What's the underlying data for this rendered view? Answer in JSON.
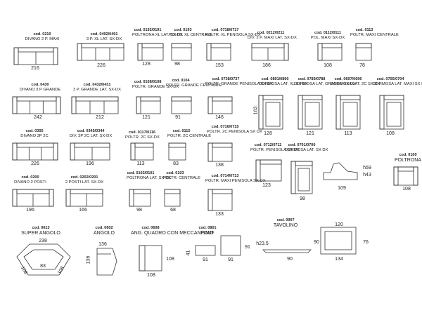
{
  "items": [
    {
      "key": "i0210",
      "code": "cod. 0210",
      "name": "DIVANO 2 P. MAXI",
      "dims": [
        "216"
      ]
    },
    {
      "key": "i0492",
      "code": "cod. 0492/0491",
      "name": "3 P. XL LAT. SX-DX",
      "dims": [
        "226"
      ]
    },
    {
      "key": "i0192",
      "code": "cod. 0192/0191",
      "name": "POLTRONA XL LAT. SX-DX",
      "dims": [
        "128"
      ]
    },
    {
      "key": "i0193",
      "code": "cod. 0193",
      "name": "POLTR. XL CENTRALE",
      "dims": [
        "98"
      ]
    },
    {
      "key": "i0718",
      "code": "cod. 0718/0717",
      "name": "POLTR. XL PENISOLA SX-DX",
      "dims": [
        "153"
      ]
    },
    {
      "key": "i0212",
      "code": "cod. 0212/0211",
      "name": "DIV. 2 P. MAXI LAT. SX-DX",
      "dims": [
        "186"
      ]
    },
    {
      "key": "i0112",
      "code": "cod. 0112/0111",
      "name": "POL. MAXI SX-DX",
      "dims": [
        "108"
      ]
    },
    {
      "key": "i0113",
      "code": "cod. 0113",
      "name": "POLTR. MAXI CENTRALE",
      "dims": [
        "78"
      ]
    },
    {
      "key": "i0430",
      "code": "cod. 0430",
      "name": "DIVANO 3 P GRANDE",
      "dims": [
        "242"
      ]
    },
    {
      "key": "i0432",
      "code": "cod. 0432/0431",
      "name": "3 P. GRANDE LAT. SX-DX",
      "dims": [
        "212"
      ]
    },
    {
      "key": "i0108",
      "code": "cod. 0108/0108",
      "name": "POLTR. GRANDE SX-DX",
      "dims": [
        "121"
      ]
    },
    {
      "key": "i0104",
      "code": "cod. 0104",
      "name": "POLTR. GRANDE CENTRALE",
      "dims": [
        "91"
      ]
    },
    {
      "key": "i0738",
      "code": "cod. 0738/0737",
      "name": "POLTR. GRANDE PENISOLA SX DX",
      "dims": [
        "146"
      ]
    },
    {
      "key": "i0891",
      "code": "cod. 0891/0890",
      "name": "DORMOSA LAT. XL SX DX",
      "dims": [
        "128",
        "163"
      ]
    },
    {
      "key": "i0789",
      "code": "cod. 0789/0788",
      "name": "DORMOSA LAT. GRANDE SX DX",
      "dims": [
        "121"
      ]
    },
    {
      "key": "i0697",
      "code": "cod. 0697/0696",
      "name": "DORMOSA LAT. 2C SX DX",
      "dims": [
        "113"
      ]
    },
    {
      "key": "i0705",
      "code": "cod. 0705/0704",
      "name": "DORMOSA LAT. MAXI SX DX",
      "dims": [
        "108"
      ]
    },
    {
      "key": "i0305",
      "code": "cod. 0305",
      "name": "DIVANO 3P 2C",
      "dims": [
        "226"
      ]
    },
    {
      "key": "i0345",
      "code": "cod. 0345/0344",
      "name": "DIV. 3P 2C LAT. SX-DX",
      "dims": [
        "196"
      ]
    },
    {
      "key": "i0117",
      "code": "cod. 0117/0116",
      "name": "POLTR. 2C SX-DX",
      "dims": [
        "113"
      ]
    },
    {
      "key": "i0115",
      "code": "cod. 0115",
      "name": "POLTR. 2C CENTRALE",
      "dims": [
        "83"
      ]
    },
    {
      "key": "i0716",
      "code": "cod. 0716/0715",
      "name": "POLTR. 2C PENISOLA SX DX",
      "dims": [
        "138"
      ]
    },
    {
      "key": "i0712",
      "code": "cod. 0712/0711",
      "name": "POLTR. PENISOLA SX DX",
      "dims": [
        "123"
      ]
    },
    {
      "key": "i0701",
      "code": "cod. 0701/0700",
      "name": "DORMOSA LAT. SX DX",
      "dims": [
        "98"
      ]
    },
    {
      "key": "i0100",
      "code": "cod. 0100",
      "name": "POLTRONA",
      "dims": [
        "108"
      ]
    },
    {
      "key": "i0200",
      "code": "cod. 0200",
      "name": "DIVANO 2 POSTI",
      "dims": [
        "196"
      ]
    },
    {
      "key": "i0202",
      "code": "cod. 0202/0201",
      "name": "2 POSTI LAT. SX-DX",
      "dims": [
        "166"
      ]
    },
    {
      "key": "i0102",
      "code": "cod. 0102/0101",
      "name": "POLTRONA LAT. SX-DX",
      "dims": [
        "98"
      ]
    },
    {
      "key": "i0103",
      "code": "cod. 0103",
      "name": "POLTR. CENTRALE",
      "dims": [
        "68"
      ]
    },
    {
      "key": "i0714",
      "code": "cod. 0714/0713",
      "name": "POLTR. MAXI PENISOLA SX DX",
      "dims": [
        "133"
      ]
    },
    {
      "key": "i0613",
      "code": "cod. 0613",
      "name": "SUPER ANGOLO",
      "dims": [
        "238",
        "83",
        "108",
        "108"
      ]
    },
    {
      "key": "i0602",
      "code": "cod. 0602",
      "name": "ANGOLO",
      "dims": [
        "136",
        "136"
      ]
    },
    {
      "key": "i0608",
      "code": "cod. 0608",
      "name": "ANG. QUADRO CON MECCANISMO",
      "dims": [
        "108",
        "108"
      ]
    },
    {
      "key": "i0801",
      "code": "cod. 0801",
      "name": "POUF",
      "dims": [
        "41",
        "91",
        "91",
        "91"
      ]
    },
    {
      "key": "i0907",
      "code": "cod. 0907",
      "name": "TAVOLINO",
      "dims": [
        "h23.5",
        "90",
        "120",
        "90",
        "76",
        "134"
      ]
    }
  ],
  "side_profile": {
    "dims": [
      "h59",
      "h43",
      "109"
    ]
  }
}
